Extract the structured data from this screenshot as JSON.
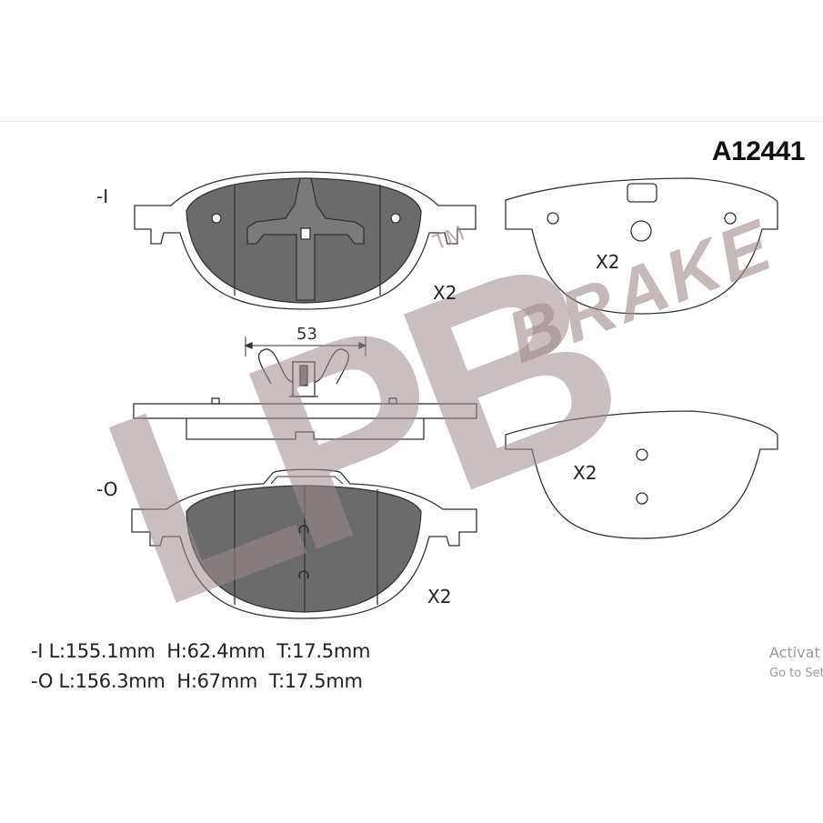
{
  "part_number": "A12441",
  "logo": {
    "letters": "LPB",
    "word": "BRAKE",
    "tm": "TM"
  },
  "labels": {
    "inner_code": "-I",
    "outer_code": "-O",
    "qty_inner_pad": "X2",
    "qty_shim_top": "X2",
    "qty_outer_pad": "X2",
    "qty_shim_bottom": "X2",
    "clip_dimension": "53"
  },
  "specs": [
    {
      "code": "-I",
      "text": "L:155.1mm  H:62.4mm  T:17.5mm"
    },
    {
      "code": "-O",
      "text": "L:156.3mm  H:67mm  T:17.5mm"
    }
  ],
  "watermark": {
    "line1": "Activat",
    "line2": "Go to Set"
  },
  "colors": {
    "friction": "#6b6b6b",
    "line": "#333333",
    "logo": "#9e8a8c"
  }
}
